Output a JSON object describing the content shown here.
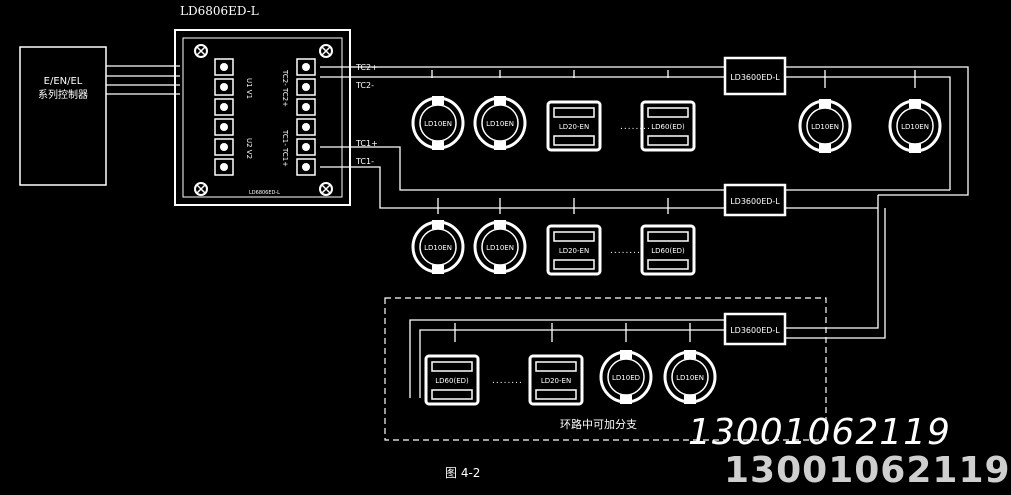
{
  "controller": {
    "label_line1": "E/EN/EL",
    "label_line2": "系列控制器"
  },
  "module": {
    "title": "LD6806ED-L",
    "terminal_left_a": "U1 V1",
    "terminal_left_b": "U2 V2",
    "terminal_right_a": "TC2- TC2+",
    "terminal_right_b": "TC1- TC1+",
    "bottom_label": "LD6806ED-L"
  },
  "lines": {
    "tc2_plus": "TC2+",
    "tc2_minus": "TC2-",
    "tc1_plus": "TC1+",
    "tc1_minus": "TC1-"
  },
  "isolators": {
    "label": "LD3600ED-L"
  },
  "devices": {
    "ld10en": "LD10EN",
    "ld20en": "LD20-EN",
    "ld60ed": "LD60(ED)",
    "ld10ed": "LD10ED",
    "dots": "........"
  },
  "branch_note": "环路中可加分支",
  "figure_label": "图 4-2",
  "watermarks": {
    "phone_italic": "13001062119",
    "phone_bold": "13001062119"
  }
}
